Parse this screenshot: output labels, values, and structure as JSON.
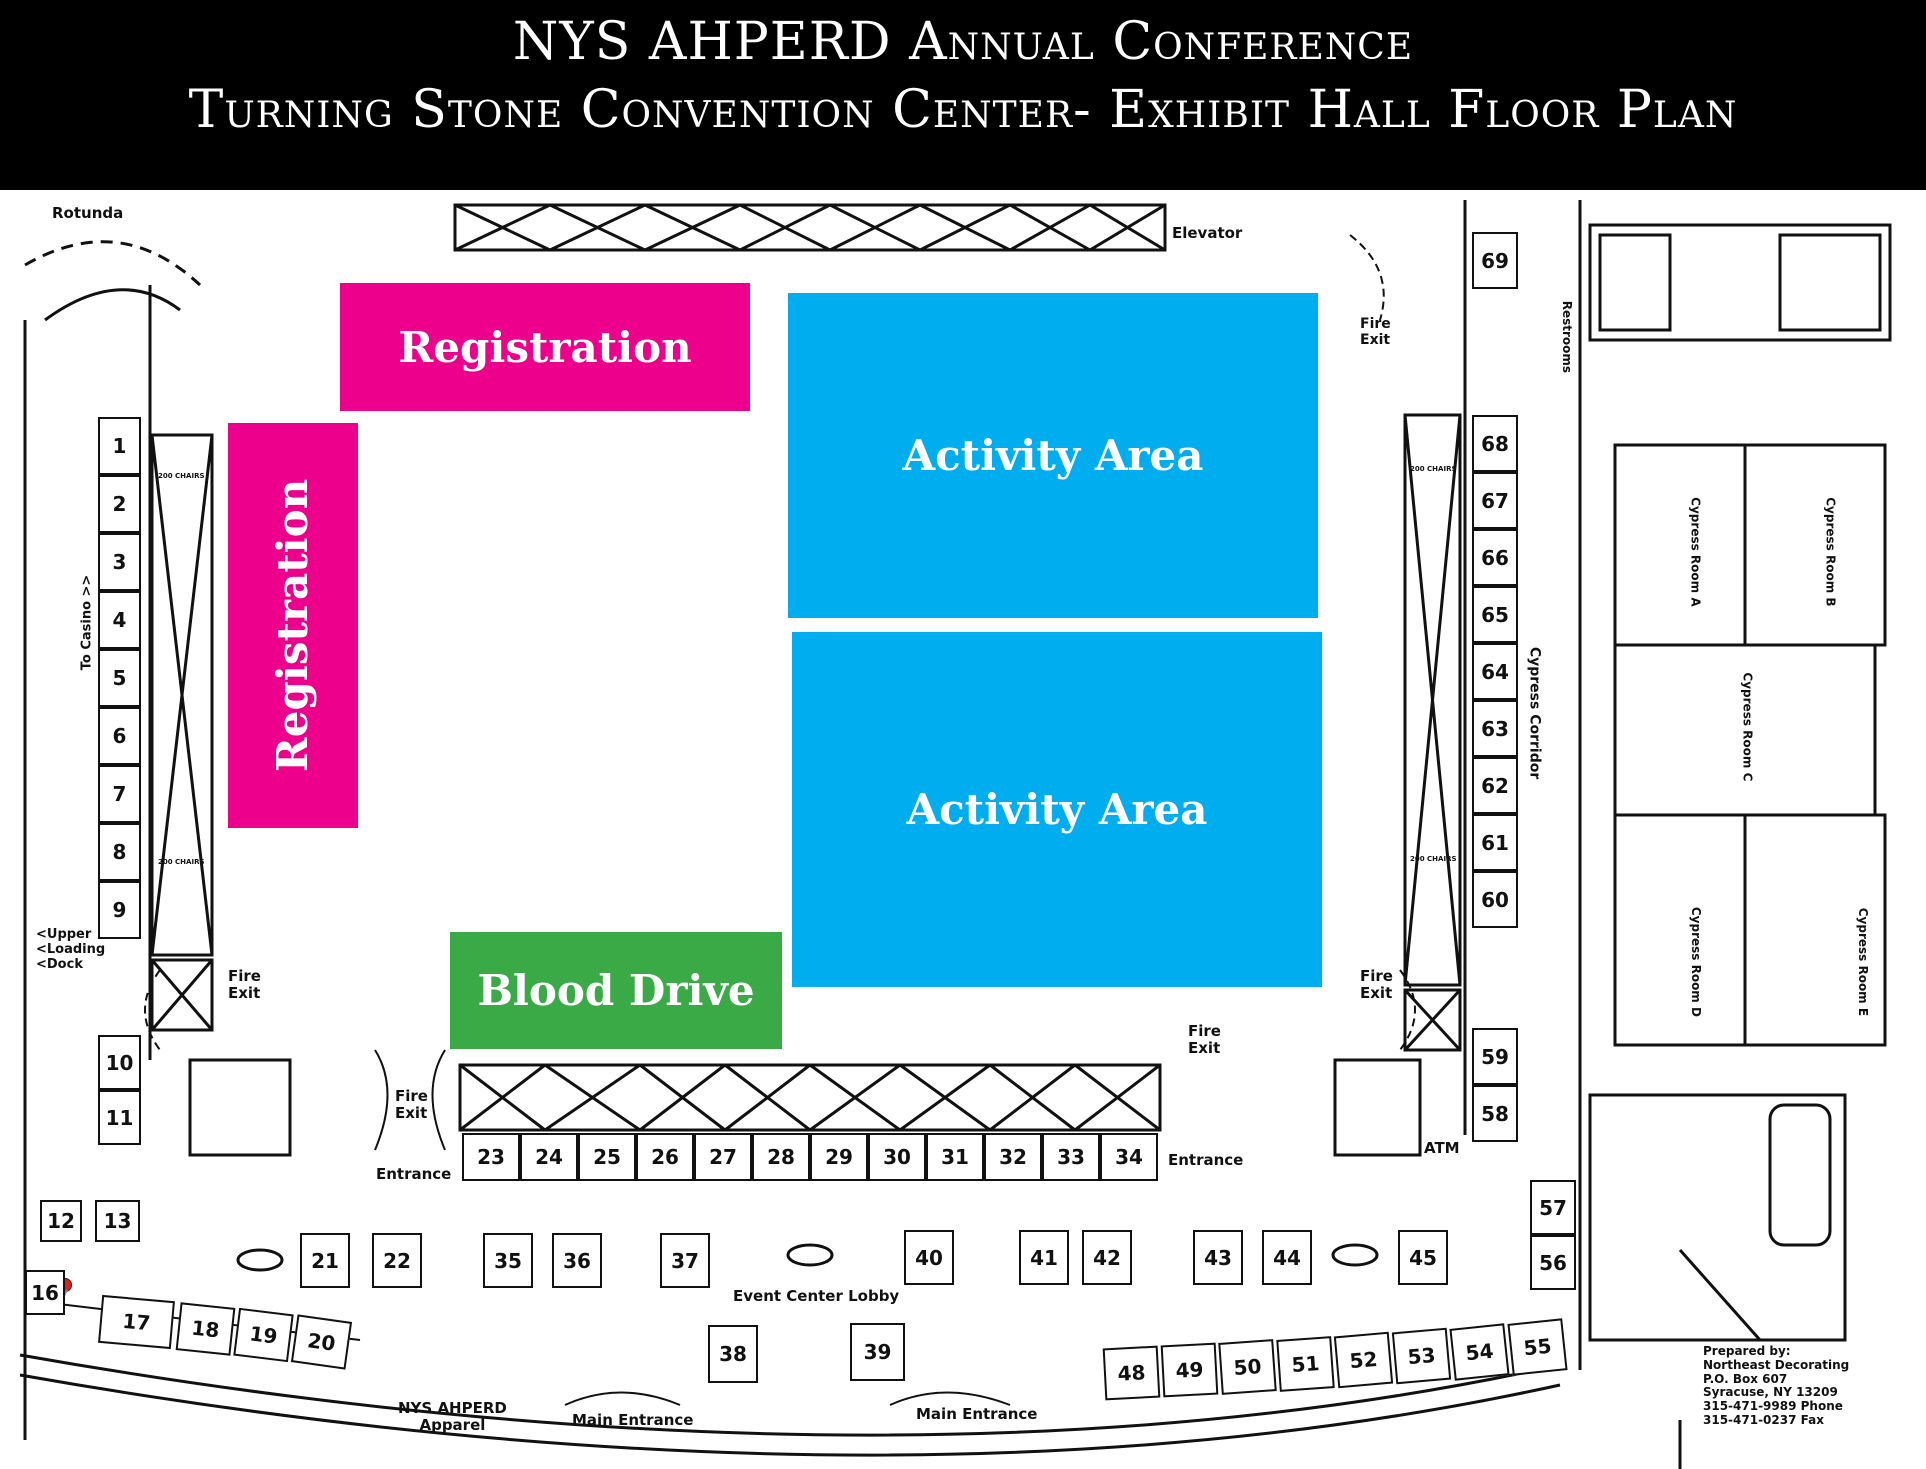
{
  "title": {
    "line1": "NYS AHPERD Annual Conference",
    "line2": "Turning Stone Convention Center- Exhibit Hall Floor Plan"
  },
  "zones": {
    "registration_top": "Registration",
    "registration_side": "Registration",
    "activity_area_1": "Activity Area",
    "activity_area_2": "Activity Area",
    "blood_drive": "Blood Drive"
  },
  "colors": {
    "registration": "#EC008C",
    "activity": "#00AEEF",
    "blood_drive": "#3AAA47",
    "title_bar": "#000000"
  },
  "labels": {
    "rotunda": "Rotunda",
    "elevator": "Elevator",
    "restrooms": "Restrooms",
    "to_casino": "To Casino >>",
    "upper_loading_dock": [
      "<Upper",
      "<Loading",
      "<Dock"
    ],
    "fire_exit": "Fire Exit",
    "entrance": "Entrance",
    "atm": "ATM",
    "cypress_corridor": "Cypress Corridor",
    "cypress_room_a": "Cypress Room A",
    "cypress_room_b": "Cypress Room B",
    "cypress_room_c": "Cypress Room C",
    "cypress_room_d": "Cypress Room D",
    "cypress_room_e": "Cypress Room E",
    "event_center_lobby": "Event Center Lobby",
    "main_entrance": "Main Entrance",
    "nys_ahperd_apparel": [
      "NYS AHPERD",
      "Apparel"
    ],
    "chairs": "200 CHAIRS",
    "prepared_by": [
      "Prepared by:",
      "Northeast Decorating",
      "P.O. Box 607",
      "Syracuse, NY 13209",
      "315-471-9989 Phone",
      "315-471-0237 Fax"
    ]
  },
  "booths": {
    "b1": "1",
    "b2": "2",
    "b3": "3",
    "b4": "4",
    "b5": "5",
    "b6": "6",
    "b7": "7",
    "b8": "8",
    "b9": "9",
    "b10": "10",
    "b11": "11",
    "b12": "12",
    "b13": "13",
    "b16": "16",
    "b17": "17",
    "b18": "18",
    "b19": "19",
    "b20": "20",
    "b21": "21",
    "b22": "22",
    "b23": "23",
    "b24": "24",
    "b25": "25",
    "b26": "26",
    "b27": "27",
    "b28": "28",
    "b29": "29",
    "b30": "30",
    "b31": "31",
    "b32": "32",
    "b33": "33",
    "b34": "34",
    "b35": "35",
    "b36": "36",
    "b37": "37",
    "b38": "38",
    "b39": "39",
    "b40": "40",
    "b41": "41",
    "b42": "42",
    "b43": "43",
    "b44": "44",
    "b45": "45",
    "b48": "48",
    "b49": "49",
    "b50": "50",
    "b51": "51",
    "b52": "52",
    "b53": "53",
    "b54": "54",
    "b55": "55",
    "b56": "56",
    "b57": "57",
    "b58": "58",
    "b59": "59",
    "b60": "60",
    "b61": "61",
    "b62": "62",
    "b63": "63",
    "b64": "64",
    "b65": "65",
    "b66": "66",
    "b67": "67",
    "b68": "68",
    "b69": "69"
  }
}
